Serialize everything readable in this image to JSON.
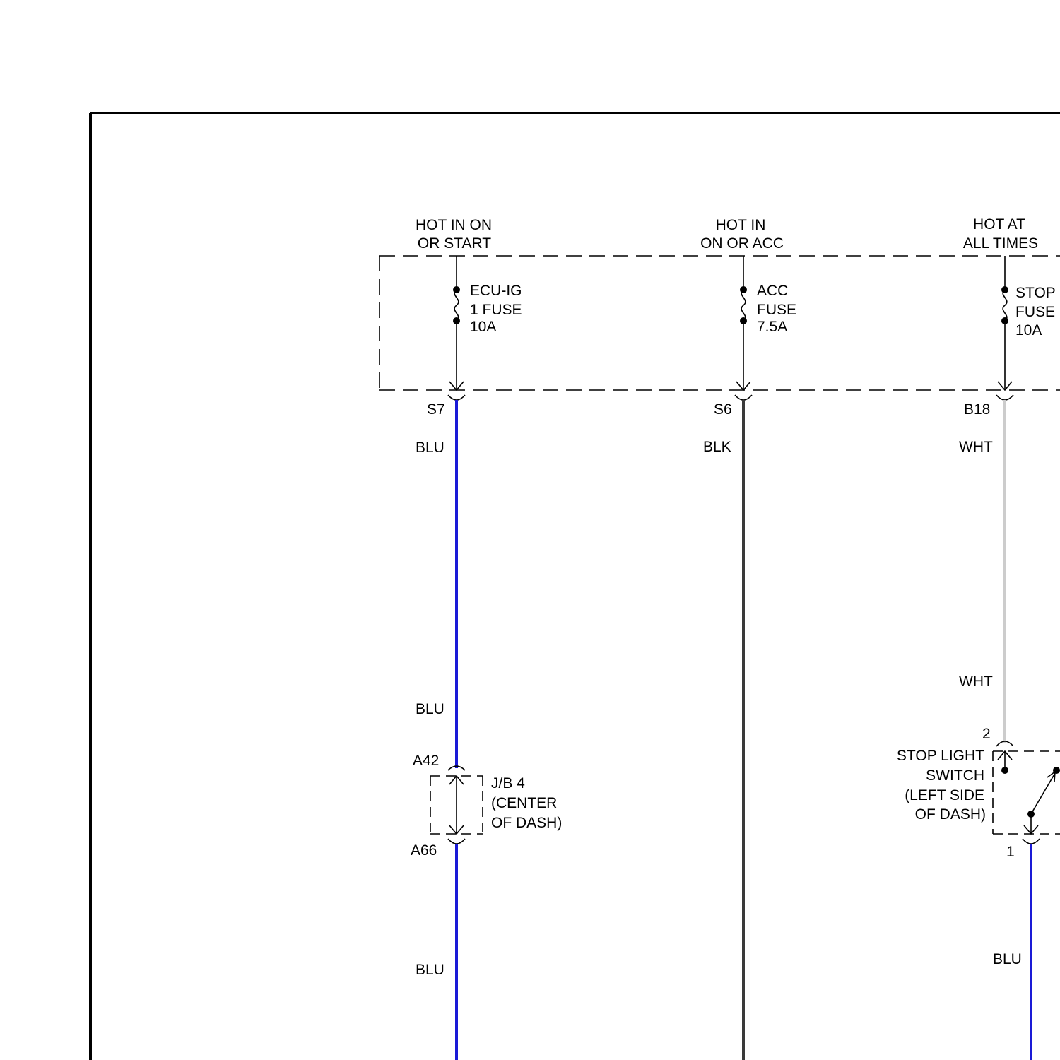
{
  "colors": {
    "blu": "#1a1ad6",
    "blk": "#3a3a3a",
    "wht": "#cccccc",
    "frame": "#000000"
  },
  "circuits": {
    "ecu_ig": {
      "power_label": [
        "HOT IN ON",
        "OR START"
      ],
      "fuse_label": [
        "ECU-IG",
        "1 FUSE",
        "10A"
      ],
      "connector": "S7",
      "wire_labels": [
        "BLU",
        "BLU",
        "BLU"
      ]
    },
    "acc": {
      "power_label": [
        "HOT IN",
        "ON OR ACC"
      ],
      "fuse_label": [
        "ACC",
        "FUSE",
        "7.5A"
      ],
      "connector": "S6",
      "wire_label": "BLK"
    },
    "stop": {
      "power_label": [
        "HOT AT",
        "ALL TIMES"
      ],
      "fuse_label": [
        "STOP",
        "FUSE",
        "10A"
      ],
      "connector": "B18",
      "wire_labels": [
        "WHT",
        "WHT"
      ],
      "lower_wire_label": "BLU"
    }
  },
  "junction_block": {
    "label": [
      "J/B 4",
      "(CENTER",
      "OF DASH)"
    ],
    "input_pin": "A42",
    "output_pin": "A66"
  },
  "stop_light_switch": {
    "label": [
      "STOP LIGHT",
      "SWITCH",
      "(LEFT SIDE",
      "OF DASH)"
    ],
    "pin_top": "2",
    "pin_bottom": "1"
  }
}
